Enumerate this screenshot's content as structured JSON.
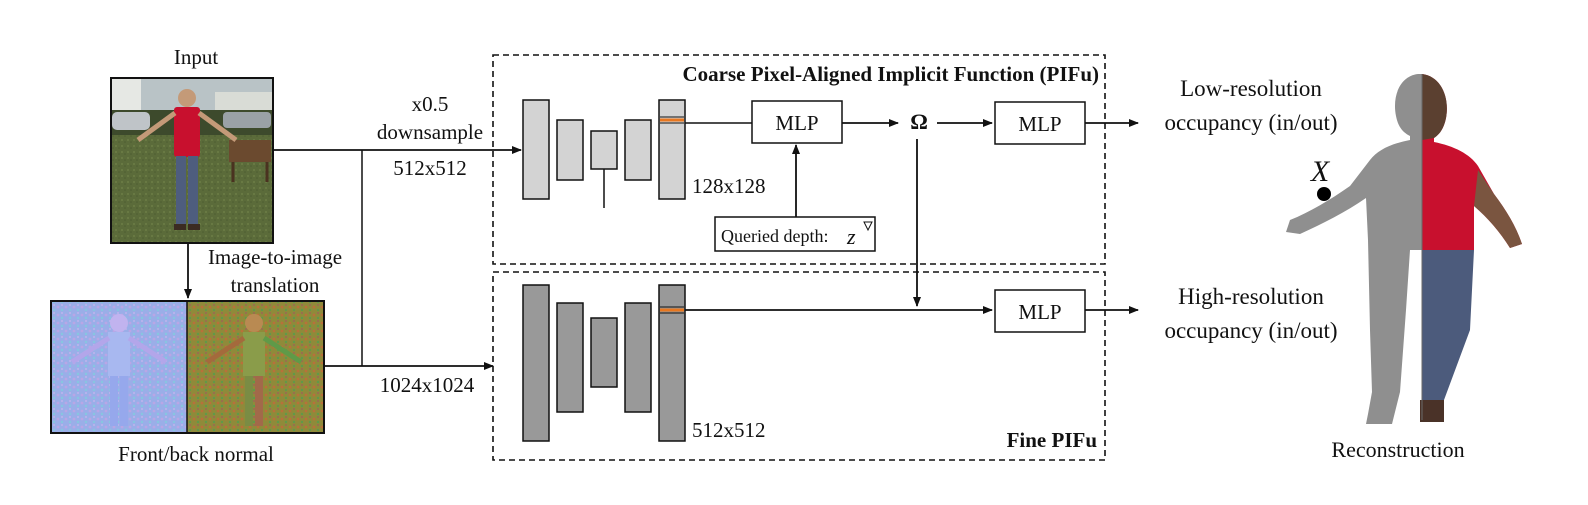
{
  "input": {
    "label": "Input"
  },
  "translation": {
    "line1": "Image-to-image",
    "line2": "translation"
  },
  "normals": {
    "label": "Front/back normal"
  },
  "downsample": {
    "line1": "x0.5",
    "line2": "downsample",
    "size": "512x512"
  },
  "fine_input": {
    "size": "1024x1024"
  },
  "coarse": {
    "title": "Coarse Pixel-Aligned Implicit Function (PIFu)",
    "feature_size": "128x128",
    "mlp_label": "MLP",
    "query_label": "Queried depth:",
    "query_symbol": "z"
  },
  "omega": {
    "symbol": "Ω"
  },
  "low_res_mlp": {
    "label": "MLP"
  },
  "low_res_output": {
    "line1": "Low-resolution",
    "line2": "occupancy (in/out)"
  },
  "fine": {
    "title": "Fine PIFu",
    "feature_size": "512x512",
    "mlp_label": "MLP"
  },
  "high_res_output": {
    "line1": "High-resolution",
    "line2": "occupancy (in/out)"
  },
  "reconstruction": {
    "label": "Reconstruction",
    "point_label": "X"
  },
  "colors": {
    "coarse_blocks": "#d3d3d3",
    "fine_blocks": "#999999",
    "feature_highlight": "#e8771f",
    "shirt": "#c8102e",
    "skin_gray": "#8f8f8f"
  }
}
